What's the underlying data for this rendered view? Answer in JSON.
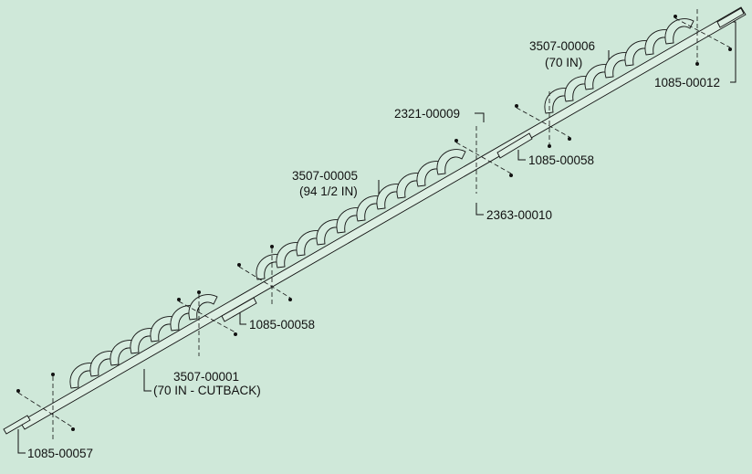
{
  "diagram": {
    "background": "#cfe8d9",
    "parts": [
      {
        "id": "p-1085-00057",
        "number": "1085-00057",
        "note": ""
      },
      {
        "id": "p-3507-00001",
        "number": "3507-00001",
        "note": "(70 IN - CUTBACK)"
      },
      {
        "id": "p-1085-00058-a",
        "number": "1085-00058",
        "note": ""
      },
      {
        "id": "p-3507-00005",
        "number": "3507-00005",
        "note": "(94 1/2 IN)"
      },
      {
        "id": "p-2321-00009",
        "number": "2321-00009",
        "note": ""
      },
      {
        "id": "p-2363-00010",
        "number": "2363-00010",
        "note": ""
      },
      {
        "id": "p-1085-00058-b",
        "number": "1085-00058",
        "note": ""
      },
      {
        "id": "p-3507-00006",
        "number": "3507-00006",
        "note": "(70 IN)"
      },
      {
        "id": "p-1085-00012",
        "number": "1085-00012",
        "note": ""
      }
    ]
  }
}
